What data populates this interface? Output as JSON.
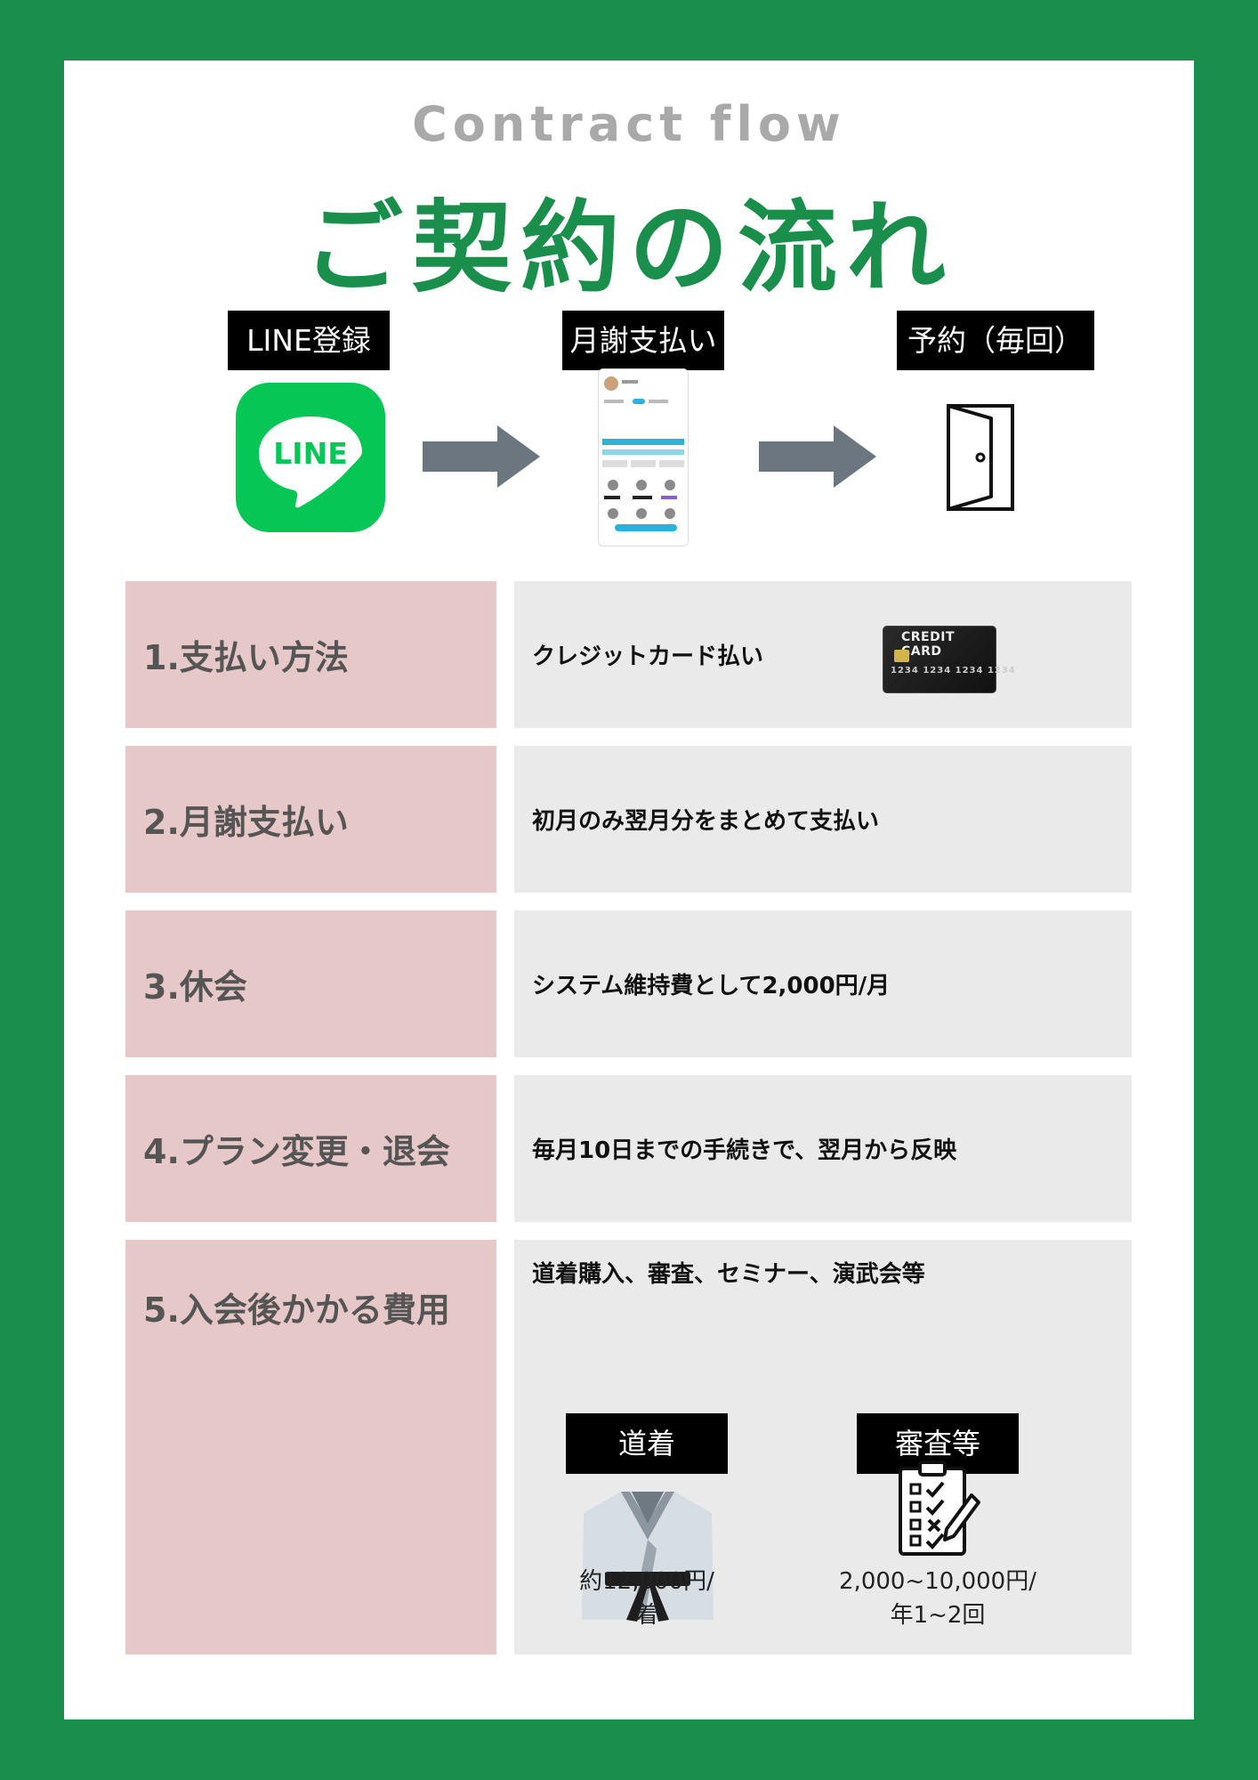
{
  "header": {
    "subtitle": "Contract flow",
    "title": "ご契約の流れ"
  },
  "flow": {
    "steps": [
      {
        "label": "LINE登録",
        "icon": "line-app-icon"
      },
      {
        "label": "月謝支払い",
        "icon": "app-screenshot"
      },
      {
        "label": "予約（毎回）",
        "icon": "door-icon"
      }
    ],
    "line_logo_text": "LINE"
  },
  "rows": [
    {
      "heading": "1.支払い方法",
      "detail": "クレジットカード払い",
      "card": {
        "label": "CREDIT CARD",
        "numbers": "1234 1234 1234 1234"
      }
    },
    {
      "heading": "2.月謝支払い",
      "detail": "初月のみ翌月分をまとめて支払い"
    },
    {
      "heading": "3.休会",
      "detail": "システム維持費として2,000円/月"
    },
    {
      "heading": "4.プラン変更・退会",
      "detail": "毎月10日までの手続きで、翌月から反映"
    },
    {
      "heading": "5.入会後かかる費用",
      "detail": "道着購入、審査、セミナー、演武会等",
      "items": [
        {
          "label": "道着",
          "icon": "karate-gi-icon",
          "price_line1": "約12,000円/",
          "price_line2": "着"
        },
        {
          "label": "審査等",
          "icon": "checklist-clipboard-icon",
          "price_line1": "2,000~10,000円/",
          "price_line2": "年1~2回"
        }
      ]
    }
  ],
  "colors": {
    "frame": "#1a8f4c",
    "left_cell": "#e6c8c9",
    "right_cell": "#ebeaea",
    "line_green": "#06c755",
    "arrow": "#6b7680"
  }
}
